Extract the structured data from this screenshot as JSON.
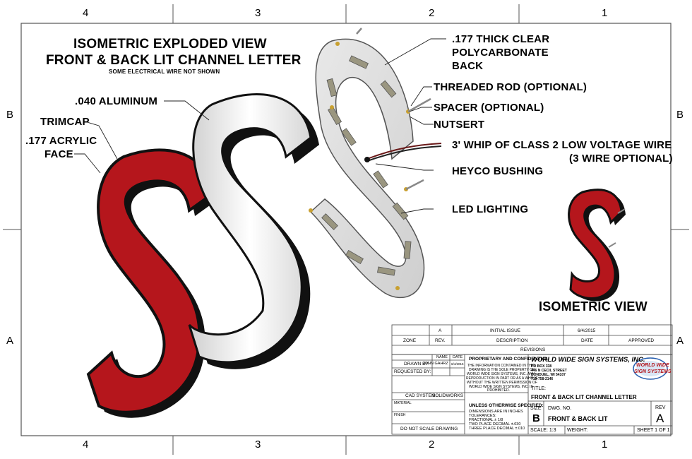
{
  "border_zones": {
    "top": [
      "4",
      "3",
      "2",
      "1"
    ],
    "bottom": [
      "4",
      "3",
      "2",
      "1"
    ],
    "left": [
      "B",
      "A"
    ],
    "right": [
      "B",
      "A"
    ]
  },
  "titles": {
    "line1": "ISOMETRIC EXPLODED VIEW",
    "line2": "FRONT & BACK LIT CHANNEL LETTER",
    "note": "SOME ELECTRICAL WIRE NOT SHOWN",
    "iso_view": "ISOMETRIC VIEW"
  },
  "callouts": {
    "aluminum": ".040 ALUMINUM",
    "trimcap": "TRIMCAP",
    "face_1": ".177 ACRYLIC",
    "face_2": "FACE",
    "back_1": ".177 THICK CLEAR",
    "back_2": "POLYCARBONATE",
    "back_3": "BACK",
    "rod": "THREADED ROD (OPTIONAL)",
    "spacer": "SPACER (OPTIONAL)",
    "nutsert": "NUTSERT",
    "wire_1": "3' WHIP OF CLASS 2 LOW VOLTAGE WIRE",
    "wire_2": "(3 WIRE OPTIONAL)",
    "bushing": "HEYCO BUSHING",
    "led": "LED LIGHTING"
  },
  "revisions": {
    "row": {
      "zone": "",
      "rev": "A",
      "description": "INITIAL ISSUE",
      "date": "6/4/2015",
      "approved": ""
    },
    "headers": {
      "zone": "ZONE",
      "rev": "REV.",
      "description": "DESCRIPTION",
      "date": "DATE",
      "approved": "APPROVED"
    },
    "title": "REVISIONS"
  },
  "title_block": {
    "name_hdr": "NAME",
    "date_hdr": "DATE",
    "drawn_by_lbl": "DRAWN BY:",
    "drawn_by": "JOHN GAHRZ",
    "drawn_date": "6/4/2015",
    "requested_by_lbl": "REQUESTED BY:",
    "cad_lbl": "CAD SYSTEM:",
    "cad": "SOLIDWORKS",
    "material_lbl": "MATERIAL",
    "finish_lbl": "FINISH",
    "no_scale": "DO NOT SCALE DRAWING",
    "prop_title": "PROPRIETARY AND CONFIDENTIAL",
    "prop_lines": [
      "THE INFORMATION CONTAINED IN THIS",
      "DRAWING IS THE SOLE PROPERTY OF",
      "WORLD WIDE SIGN SYSTEMS, INC. ANY",
      "REPRODUCTION IN PART OR AS A WHOLE",
      "WITHOUT THE WRITTEN PERMISSION OF",
      "WORLD WIDE SIGN SYSTEMS, INC. IS",
      "PROHIBITED."
    ],
    "tol_title": "UNLESS OTHERWISE SPECIFIED:",
    "tol_lines": [
      "DIMENSIONS ARE IN INCHES",
      "TOLERANCES:",
      "FRACTIONAL ± 1/8",
      "TWO PLACE DECIMAL    ±.030",
      "THREE PLACE DECIMAL   ±.010"
    ],
    "company": "WORLD WIDE SIGN SYSTEMS, INC.",
    "address": [
      "PO BOX 338",
      "446 N CECIL STREET",
      "BONDUEL, WI 54107",
      "715-758-2146"
    ],
    "logo_1": "WORLD WIDE",
    "logo_2": "SIGN SYSTEMS",
    "title_lbl": "TITLE:",
    "title_val": "FRONT & BACK LIT CHANNEL LETTER",
    "size_lbl": "SIZE",
    "size": "B",
    "dwg_lbl": "DWG.  NO.",
    "dwg": "FRONT & BACK LIT",
    "rev_lbl": "REV",
    "rev": "A",
    "scale": "SCALE: 1:3",
    "weight": "WEIGHT:",
    "sheet": "SHEET 1 OF 1"
  },
  "colors": {
    "acrylic_red": "#b5161c",
    "trim_black": "#111111",
    "aluminum": "#eeeeee",
    "polycarb": "#dcdcdc"
  }
}
